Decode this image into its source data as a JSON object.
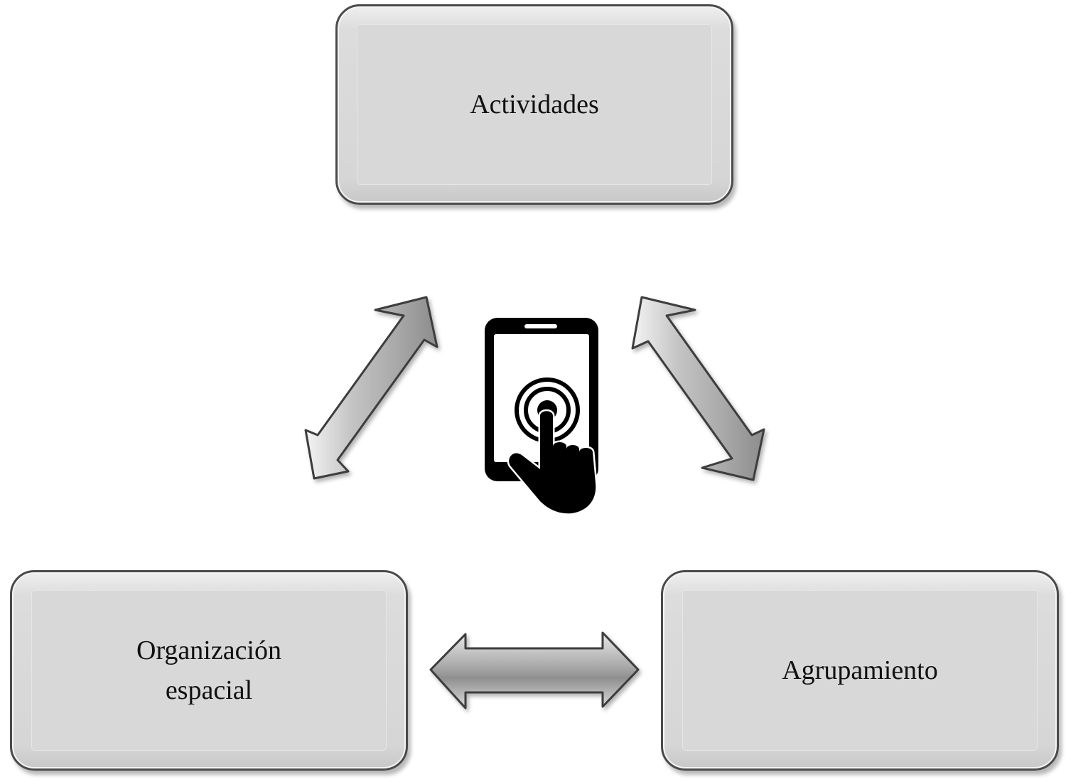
{
  "diagram": {
    "nodes": {
      "actividades": {
        "label": "Actividades"
      },
      "organizacion": {
        "label": "Organización\nespacial"
      },
      "agrupamiento": {
        "label": "Agrupamiento"
      }
    },
    "center_icon": "smartphone-touch-icon",
    "connectors": [
      {
        "from": "organizacion",
        "to": "actividades",
        "style": "double-arrow"
      },
      {
        "from": "actividades",
        "to": "agrupamiento",
        "style": "double-arrow"
      },
      {
        "from": "organizacion",
        "to": "agrupamiento",
        "style": "double-arrow"
      }
    ],
    "colors": {
      "box_fill": "#d8d8d8",
      "box_border": "#4a4a4a",
      "arrow_fill": "#b5b5b5",
      "arrow_stroke": "#3c3c3c",
      "icon": "#000000"
    }
  }
}
